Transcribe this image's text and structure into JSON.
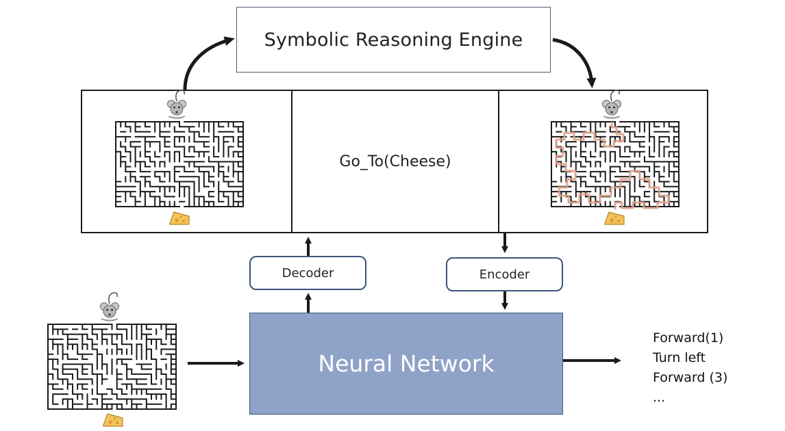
{
  "engine": {
    "label": "Symbolic Reasoning Engine"
  },
  "symbolic_program": {
    "label": "Go_To(Cheese)"
  },
  "decoder": {
    "label": "Decoder"
  },
  "encoder": {
    "label": "Encoder"
  },
  "neural_network": {
    "label": "Neural Network"
  },
  "outputs": [
    "Forward(1)",
    "Turn left",
    "Forward (3)",
    "..."
  ],
  "icons": {
    "mouse": "mouse-icon",
    "cheese": "cheese-icon",
    "maze": "maze-icon"
  },
  "colors": {
    "nn_fill": "#8fa2c7",
    "pill_border": "#3b5378",
    "path": "#e0a08a",
    "cheese": "#f3c35a"
  }
}
